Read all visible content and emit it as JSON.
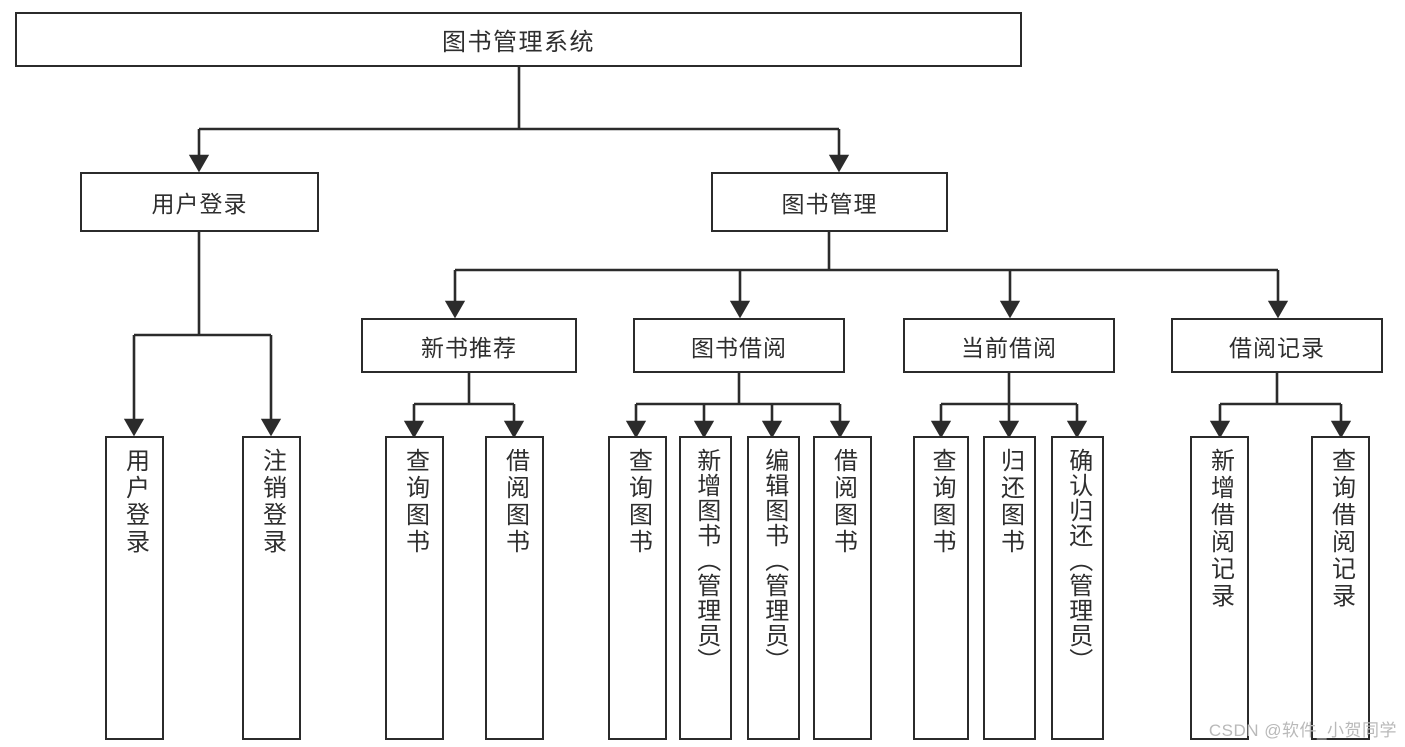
{
  "diagram": {
    "title": "图书管理系统",
    "type": "tree",
    "watermark": "CSDN @软件_小贺同学",
    "colors": {
      "background": "#ffffff",
      "stroke": "#2b2b2b",
      "text": "#2e2e2e",
      "watermark": "#b9b9b9"
    },
    "root": {
      "id": "root",
      "label": "图书管理系统"
    },
    "level2": [
      {
        "id": "user-login",
        "label": "用户登录"
      },
      {
        "id": "book-manage",
        "label": "图书管理"
      }
    ],
    "level3": [
      {
        "id": "new-book-rec",
        "label": "新书推荐",
        "parent": "book-manage"
      },
      {
        "id": "book-borrow",
        "label": "图书借阅",
        "parent": "book-manage"
      },
      {
        "id": "current-borrow",
        "label": "当前借阅",
        "parent": "book-manage"
      },
      {
        "id": "borrow-record",
        "label": "借阅记录",
        "parent": "book-manage"
      }
    ],
    "leaves": [
      {
        "id": "leaf-user-login",
        "label": "用户登录",
        "parent": "user-login"
      },
      {
        "id": "leaf-user-logout",
        "label": "注销登录",
        "parent": "user-login"
      },
      {
        "id": "leaf-query-book-1",
        "label": "查询图书",
        "parent": "new-book-rec"
      },
      {
        "id": "leaf-borrow-book-1",
        "label": "借阅图书",
        "parent": "new-book-rec"
      },
      {
        "id": "leaf-query-book-2",
        "label": "查询图书",
        "parent": "book-borrow"
      },
      {
        "id": "leaf-add-book",
        "label": "新增图书（管理员）",
        "parent": "book-borrow"
      },
      {
        "id": "leaf-edit-book",
        "label": "编辑图书（管理员）",
        "parent": "book-borrow"
      },
      {
        "id": "leaf-borrow-book-2",
        "label": "借阅图书",
        "parent": "book-borrow"
      },
      {
        "id": "leaf-query-book-3",
        "label": "查询图书",
        "parent": "current-borrow"
      },
      {
        "id": "leaf-return-book",
        "label": "归还图书",
        "parent": "current-borrow"
      },
      {
        "id": "leaf-confirm-return",
        "label": "确认归还（管理员）",
        "parent": "current-borrow"
      },
      {
        "id": "leaf-add-record",
        "label": "新增借阅记录",
        "parent": "borrow-record"
      },
      {
        "id": "leaf-query-record",
        "label": "查询借阅记录",
        "parent": "borrow-record"
      }
    ]
  }
}
